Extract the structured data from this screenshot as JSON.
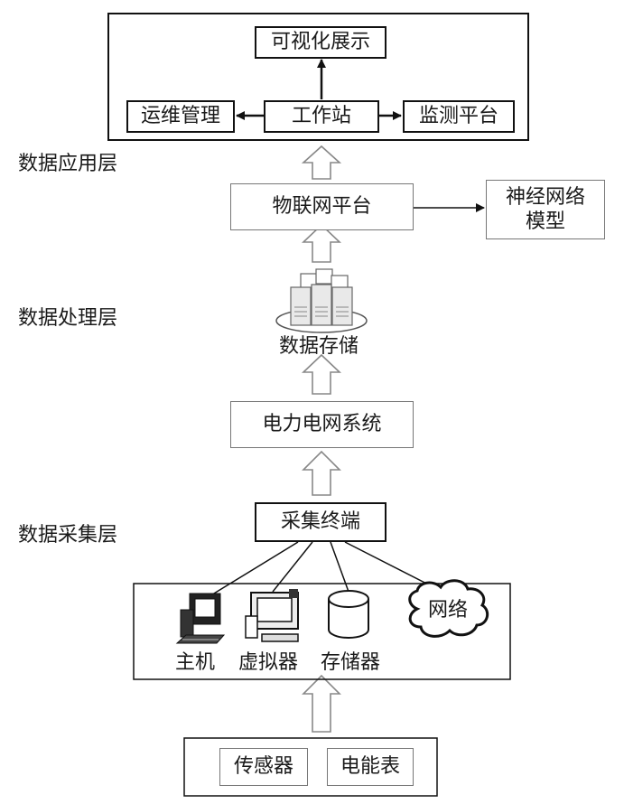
{
  "layers": {
    "application": "数据应用层",
    "processing": "数据处理层",
    "acquisition": "数据采集层"
  },
  "nodes": {
    "visualization": "可视化展示",
    "ops_management": "运维管理",
    "workstation": "工作站",
    "monitoring_platform": "监测平台",
    "iot_platform": "物联网平台",
    "neural_network_model": "神经网络\n模型",
    "data_storage": "数据存储",
    "power_grid_system": "电力电网系统",
    "collection_terminal": "采集终端",
    "host": "主机",
    "virtual_machine": "虚拟器",
    "storage_device": "存储器",
    "network": "网络",
    "sensor": "传感器",
    "electric_meter": "电能表"
  },
  "icons": [
    "computer-icon",
    "virtual-device-icon",
    "database-cylinder-icon",
    "cloud-icon",
    "server-cluster-icon"
  ]
}
